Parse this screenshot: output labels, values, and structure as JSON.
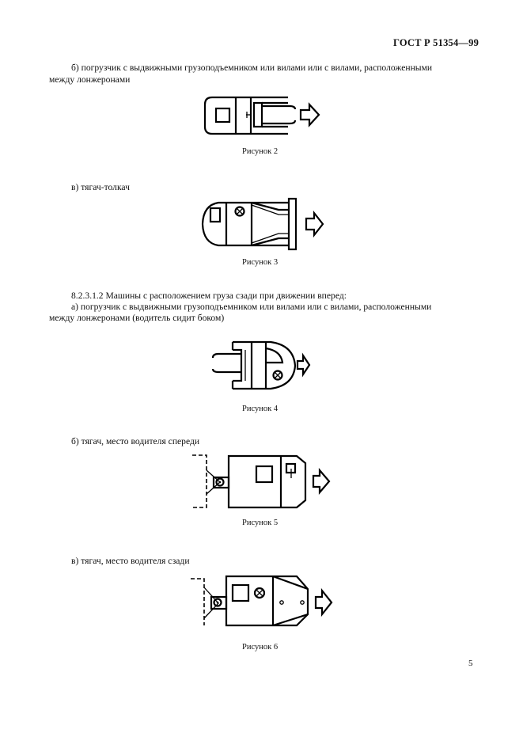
{
  "header": {
    "standard_id": "ГОСТ Р 51354—99"
  },
  "sections": [
    {
      "lines": [
        "б)  погрузчик с выдвижными грузоподъемником или вилами или с вилами, расположенными",
        "между лонжеронами"
      ],
      "figure": {
        "caption": "Рисунок 2",
        "icon": "forklift-reach-fork-icon"
      }
    },
    {
      "lines": [
        "в)  тягач-толкач"
      ],
      "figure": {
        "caption": "Рисунок 3",
        "icon": "pusher-tractor-icon"
      }
    },
    {
      "lines": [
        "8.2.3.1.2  Машины с расположением груза сзади при движении вперед:",
        "а)  погрузчик с выдвижными грузоподъемником или вилами или с вилами, расположенными",
        "между лонжеронами (водитель сидит боком)"
      ],
      "figure": {
        "caption": "Рисунок 4",
        "icon": "rear-load-forklift-icon"
      }
    },
    {
      "lines": [
        "б)  тягач, место водителя спереди"
      ],
      "figure": {
        "caption": "Рисунок 5",
        "icon": "tractor-driver-front-icon"
      }
    },
    {
      "lines": [
        "в)  тягач, место водителя сзади"
      ],
      "figure": {
        "caption": "Рисунок 6",
        "icon": "tractor-driver-rear-icon"
      }
    }
  ],
  "footer": {
    "page_number": "5"
  }
}
